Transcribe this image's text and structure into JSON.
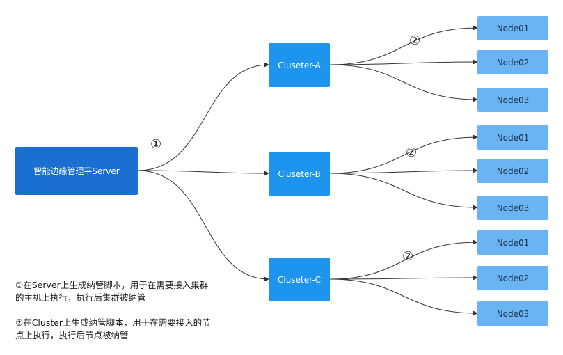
{
  "server": {
    "label": "智能边缘管理平Server"
  },
  "clusters": [
    {
      "label": "Cluseter-A",
      "nodes": [
        "Node01",
        "Node02",
        "Node03"
      ]
    },
    {
      "label": "Cluseter-B",
      "nodes": [
        "Node01",
        "Node02",
        "Node03"
      ]
    },
    {
      "label": "Cluseter-C",
      "nodes": [
        "Node01",
        "Node02",
        "Node03"
      ]
    }
  ],
  "steps": {
    "server_to_cluster": "①",
    "cluster_to_node": "②"
  },
  "notes": [
    "①在Server上生成纳管脚本，用于在需要接入集群的主机上执行，执行后集群被纳管",
    "②在Cluster上生成纳管脚本，用于在需要接入的节点上执行，执行后节点被纳管"
  ],
  "colors": {
    "server": "#1a6fd0",
    "cluster": "#1d95ee",
    "node": "#6ab4f4",
    "edge": "#333333"
  }
}
